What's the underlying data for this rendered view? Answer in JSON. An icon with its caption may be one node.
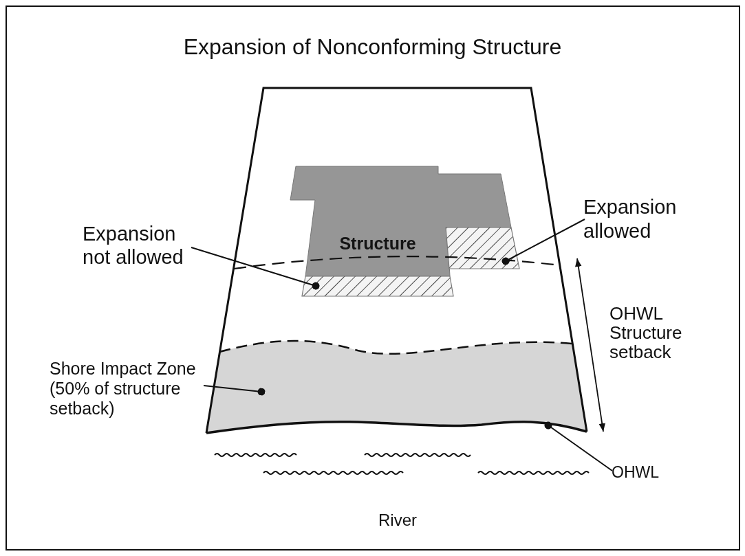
{
  "diagram": {
    "title": "Expansion of Nonconforming Structure",
    "nodes": [
      {
        "text": [
          "Structure"
        ]
      },
      {
        "text": [
          "Expansion not allowed"
        ]
      },
      {
        "text": [],
        "shape": "box"
      },
      {
        "text": [
          "Expansion allowed"
        ]
      },
      {
        "text": [],
        "shape": "box"
      },
      {
        "text": [
          "Shore Impact Zone (50% of structure setback)"
        ]
      },
      {
        "text": [],
        "shape": "band"
      },
      {
        "text": [
          "OHWL"
        ]
      },
      {
        "text": [],
        "shape": "line"
      }
    ],
    "edges": [
      {
        "from": 1,
        "to": 2,
        "arrow": "other"
      },
      {
        "from": 3,
        "to": 4,
        "arrow": "other"
      },
      {
        "from": 5,
        "to": 6,
        "arrow": "other"
      },
      {
        "from": 7,
        "to": 8,
        "arrow": "other"
      }
    ],
    "labels": [
      "OHWL Structure setback",
      "River"
    ]
  }
}
